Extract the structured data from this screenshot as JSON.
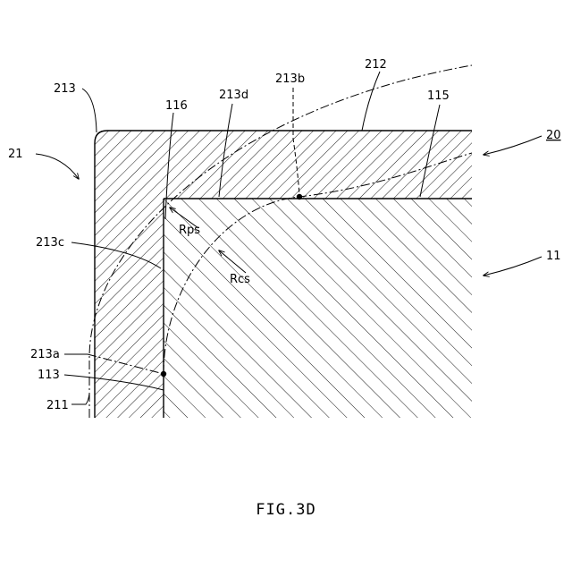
{
  "figure": {
    "caption": "FIG.3D",
    "labels": {
      "l213": "213",
      "l21": "21",
      "l116": "116",
      "l213d": "213d",
      "l213b": "213b",
      "l212": "212",
      "l115": "115",
      "l20": "20",
      "lRps": "Rps",
      "lRcs": "Rcs",
      "l213c": "213c",
      "l11": "11",
      "l213a": "213a",
      "l113": "113",
      "l211": "211"
    }
  }
}
